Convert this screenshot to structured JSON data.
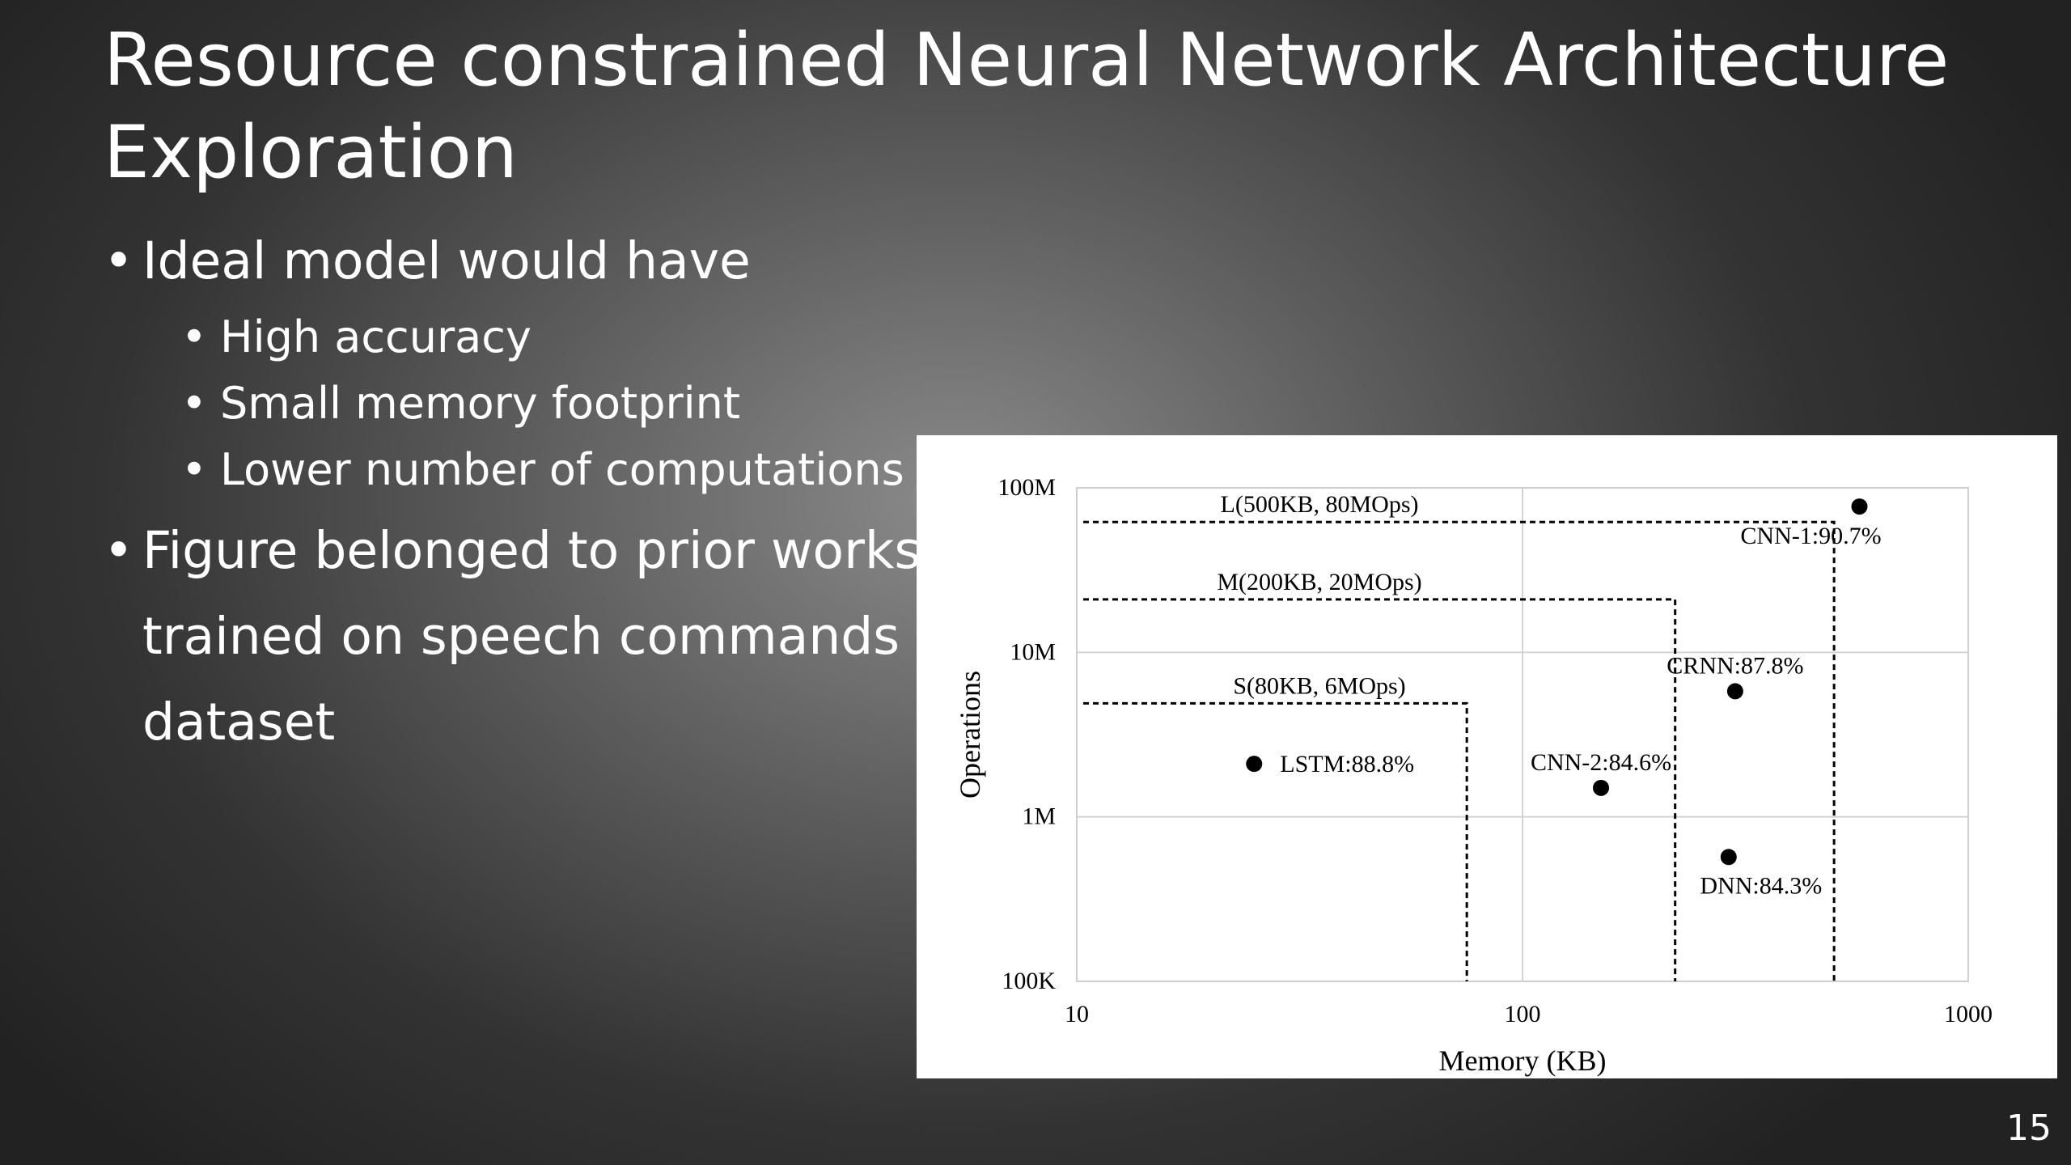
{
  "slide": {
    "title": "Resource constrained Neural Network Architecture Exploration",
    "bullets": {
      "b1": "Ideal model would have",
      "b1_sub": [
        "High accuracy",
        "Small memory footprint",
        "Lower number of computations"
      ],
      "b2": "Figure belonged to prior works trained on speech commands dataset"
    },
    "page_number": "15"
  },
  "chart_data": {
    "type": "scatter",
    "xlabel": "Memory (KB)",
    "ylabel": "Operations",
    "xscale": "log",
    "yscale": "log",
    "xlim": [
      10,
      1000
    ],
    "ylim": [
      100000,
      100000000
    ],
    "x_ticks": [
      {
        "value": 10,
        "label": "10"
      },
      {
        "value": 100,
        "label": "100"
      },
      {
        "value": 1000,
        "label": "1000"
      }
    ],
    "y_ticks": [
      {
        "value": 100000,
        "label": "100K"
      },
      {
        "value": 1000000,
        "label": "1M"
      },
      {
        "value": 10000000,
        "label": "10M"
      },
      {
        "value": 100000000,
        "label": "100M"
      }
    ],
    "grid": true,
    "points": [
      {
        "label": "LSTM:88.8%",
        "x": 25,
        "y": 2100000,
        "label_pos": "right"
      },
      {
        "label": "CNN-2:84.6%",
        "x": 150,
        "y": 1500000,
        "label_pos": "top"
      },
      {
        "label": "CRNN:87.8%",
        "x": 300,
        "y": 5800000,
        "label_pos": "top"
      },
      {
        "label": "DNN:84.3%",
        "x": 290,
        "y": 570000,
        "label_pos": "bottom"
      },
      {
        "label": "CNN-1:90.7%",
        "x": 570,
        "y": 77000000,
        "label_pos": "bottom-left"
      }
    ],
    "constraints": [
      {
        "label": "L(500KB, 80MOps)",
        "x": 500,
        "y": 62000000
      },
      {
        "label": "M(200KB, 20MOps)",
        "x": 220,
        "y": 21000000
      },
      {
        "label": "S(80KB, 6MOps)",
        "x": 75,
        "y": 4900000
      }
    ]
  }
}
